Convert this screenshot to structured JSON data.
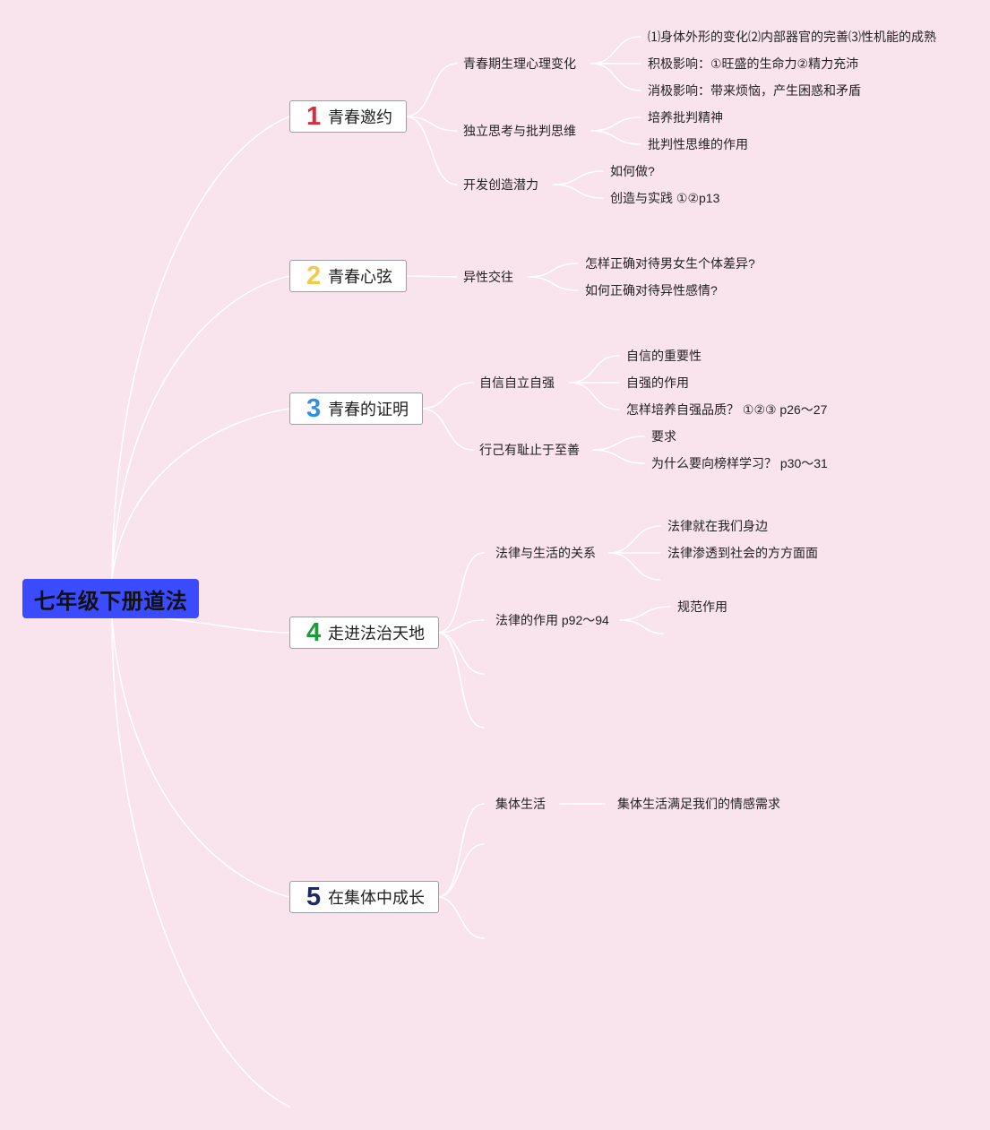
{
  "root": {
    "label": "七年级下册道法",
    "color": "#3b4bff"
  },
  "branches": [
    {
      "number": "1",
      "title": "青春邀约",
      "number_color": "#d62d3f",
      "topics": [
        {
          "label": "青春期生理心理变化",
          "children": [
            "⑴身体外形的变化⑵内部器官的完善⑶性机能的成熟",
            "积极影响：①旺盛的生命力②精力充沛",
            "消极影响：带来烦恼，产生困惑和矛盾"
          ]
        },
        {
          "label": "独立思考与批判思维",
          "children": [
            "培养批判精神",
            "批判性思维的作用"
          ]
        },
        {
          "label": "开发创造潜力",
          "children": [
            "如何做?",
            "创造与实践 ①②p13"
          ]
        }
      ]
    },
    {
      "number": "2",
      "title": "青春心弦",
      "number_color": "#f2c94c",
      "topics": [
        {
          "label": "异性交往",
          "children": [
            "怎样正确对待男女生个体差异?",
            "如何正确对待异性感情?"
          ]
        }
      ]
    },
    {
      "number": "3",
      "title": "青春的证明",
      "number_color": "#2f8fe0",
      "topics": [
        {
          "label": "自信自立自强",
          "children": [
            "自信的重要性",
            "自强的作用",
            "怎样培养自强品质？ ①②③ p26～27"
          ]
        },
        {
          "label": "行己有耻止于至善",
          "children": [
            "要求",
            "为什么要向榜样学习？ p30～31"
          ]
        }
      ]
    },
    {
      "number": "4",
      "title": "走进法治天地",
      "number_color": "#1f9a3a",
      "topics": [
        {
          "label": "法律与生活的关系",
          "children": [
            "法律就在我们身边",
            "法律渗透到社会的方方面面"
          ]
        },
        {
          "label": "法律的作用 p92～94",
          "children": [
            "规范作用"
          ]
        }
      ]
    },
    {
      "number": "5",
      "title": "在集体中成长",
      "number_color": "#1c2a6b",
      "topics": [
        {
          "label": "集体生活",
          "children": [
            "集体生活满足我们的情感需求"
          ]
        }
      ]
    }
  ]
}
